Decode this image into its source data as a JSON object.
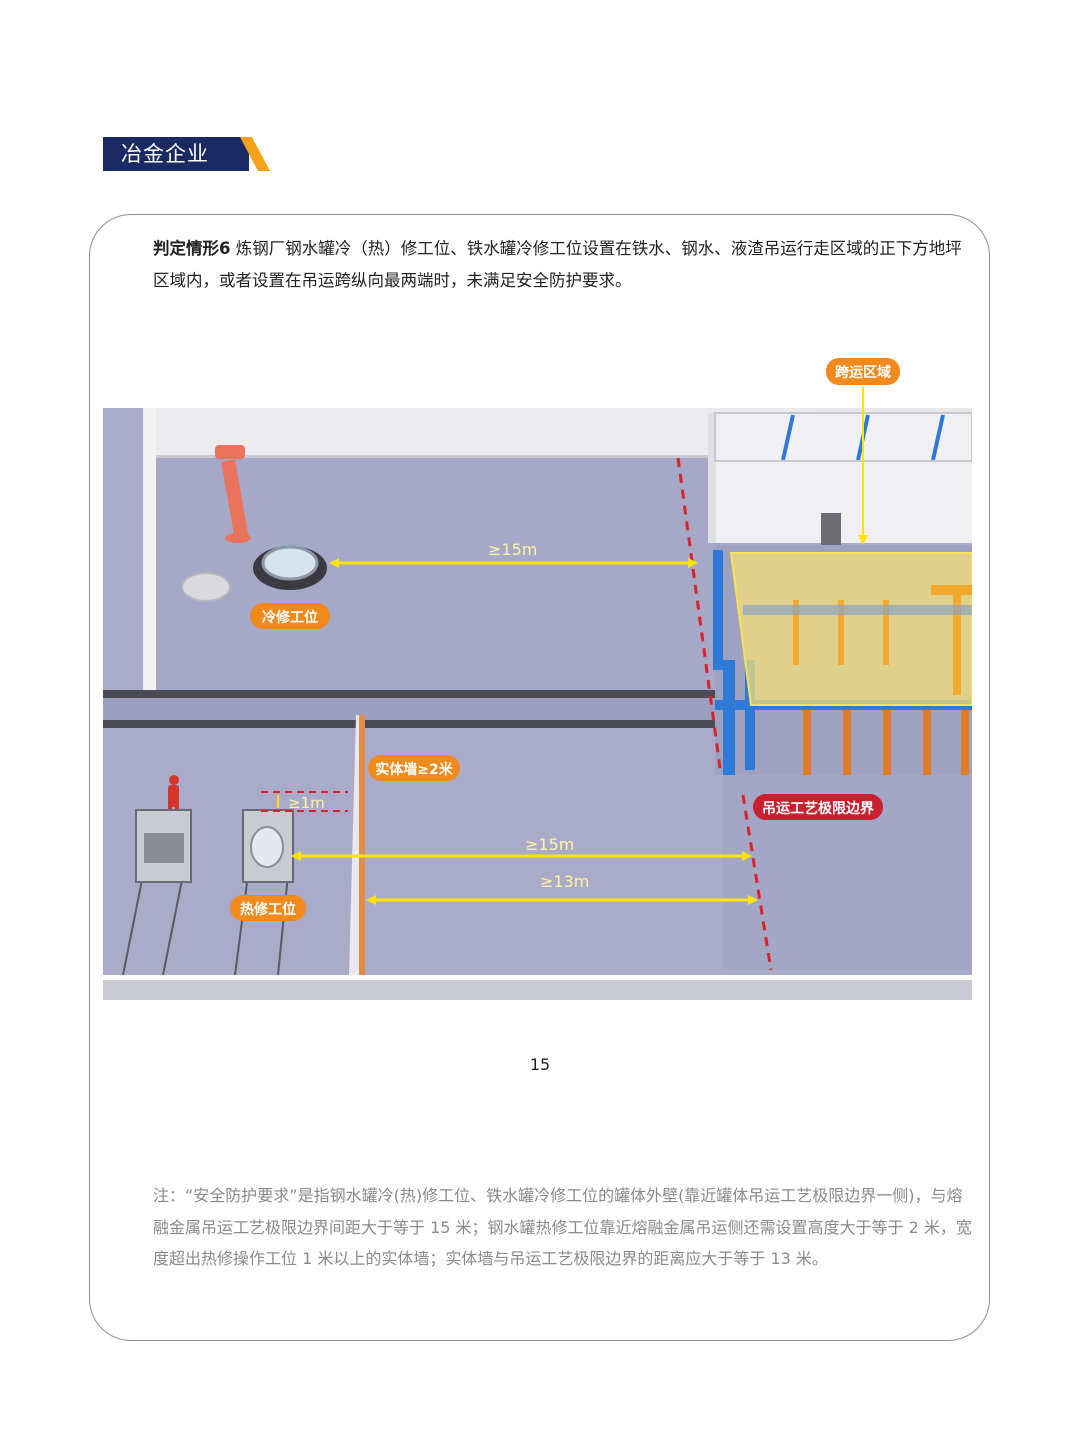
{
  "section": {
    "title": "冶金企业"
  },
  "criterion": {
    "lead": "判定情形6",
    "text": " 炼钢厂钢水罐冷（热）修工位、铁水罐冷修工位设置在铁水、钢水、液渣吊运行走区域的正下方地坪区域内，或者设置在吊运跨纵向最两端时，未满足安全防护要求。"
  },
  "illustration": {
    "labels": {
      "span_area": "跨运区域",
      "cold_repair": "冷修工位",
      "hot_repair": "热修工位",
      "solid_wall": "实体墙≥2米",
      "crane_limit": "吊运工艺极限边界"
    },
    "dimensions": {
      "cold_distance": "≥15m",
      "hot_distance": "≥15m",
      "wall_distance": "≥13m",
      "wall_extension": "≥1m"
    },
    "colors": {
      "floor": "#a9abc9",
      "orange_tag": "#f08a1c",
      "red_tag": "#c8202e",
      "dimension_line": "#ffe400",
      "boundary_dash": "#d8232a",
      "steel_blue": "#2f7ad6",
      "crane_zone": "#f4e27a"
    }
  },
  "note": {
    "text": "注：“安全防护要求”是指钢水罐冷(热)修工位、铁水罐冷修工位的罐体外壁(靠近罐体吊运工艺极限边界一侧)，与熔融金属吊运工艺极限边界间距大于等于 15 米；钢水罐热修工位靠近熔融金属吊运侧还需设置高度大于等于 2 米，宽度超出热修操作工位 1 米以上的实体墙；实体墙与吊运工艺极限边界的距离应大于等于 13 米。"
  },
  "page": {
    "number": "15"
  }
}
